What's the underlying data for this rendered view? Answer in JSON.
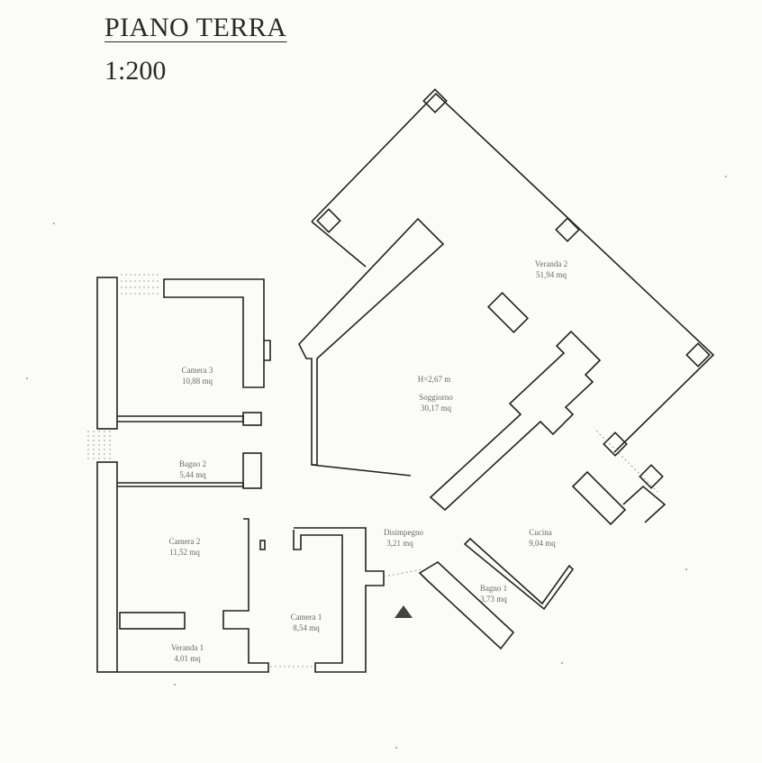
{
  "header": {
    "title": "PIANO TERRA",
    "scale": "1:200"
  },
  "rooms": [
    {
      "key": "camera3",
      "name": "Camera 3",
      "area": "10,88 mq"
    },
    {
      "key": "bagno2",
      "name": "Bagno 2",
      "area": "5,44 mq"
    },
    {
      "key": "camera2",
      "name": "Camera 2",
      "area": "11,52 mq"
    },
    {
      "key": "veranda1",
      "name": "Veranda 1",
      "area": "4,01 mq"
    },
    {
      "key": "camera1",
      "name": "Camera 1",
      "area": "8,54 mq"
    },
    {
      "key": "disimpegno",
      "name": "Disimpegno",
      "area": "3,21 mq"
    },
    {
      "key": "soggiorno",
      "name": "Soggiorno",
      "area": "30,17 mq"
    },
    {
      "key": "height",
      "name": "H=2,67 m",
      "area": ""
    },
    {
      "key": "veranda2",
      "name": "Veranda 2",
      "area": "51,94 mq"
    },
    {
      "key": "cucina",
      "name": "Cucina",
      "area": "9,04 mq"
    },
    {
      "key": "bagno1",
      "name": "Bagno 1",
      "area": "3,73 mq"
    }
  ],
  "colors": {
    "ink": "#222222",
    "paper": "#fbfbf8",
    "label": "#6a6a6a"
  }
}
